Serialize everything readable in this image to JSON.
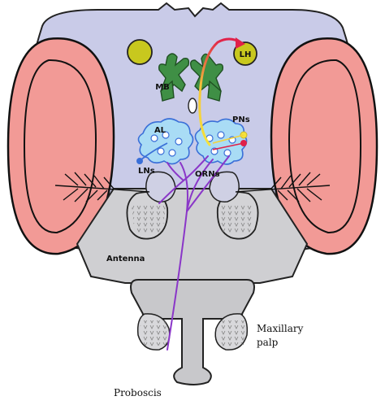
{
  "labels": {
    "lh": "LH",
    "mb": "MB",
    "al": "AL",
    "pns": "PNs",
    "lns": "LNs",
    "orns": "ORNs",
    "antenna": "Antenna",
    "maxillary_palp_line1": "Maxillary",
    "maxillary_palp_line2": "palp",
    "proboscis": "Proboscis"
  },
  "colors": {
    "head_capsule": "#c9cbe8",
    "eye": "#f29a96",
    "eye_outline": "#111111",
    "face_plate": "#cfcfd2",
    "proboscis": "#c8c8cb",
    "mushroom_body": "#3f8f45",
    "ocelli": "#c8c81e",
    "antennal_lobe": "#a9dcf5",
    "orn_tract": "#8a36c8",
    "pn_tract_start": "#f5e23a",
    "pn_tract_end": "#e0204a",
    "ln_marker": "#3a6fd8"
  },
  "icons": {
    "pn_dot": "yellow-dot",
    "orn_dot": "red-dot",
    "ln_dot": "blue-dot"
  }
}
